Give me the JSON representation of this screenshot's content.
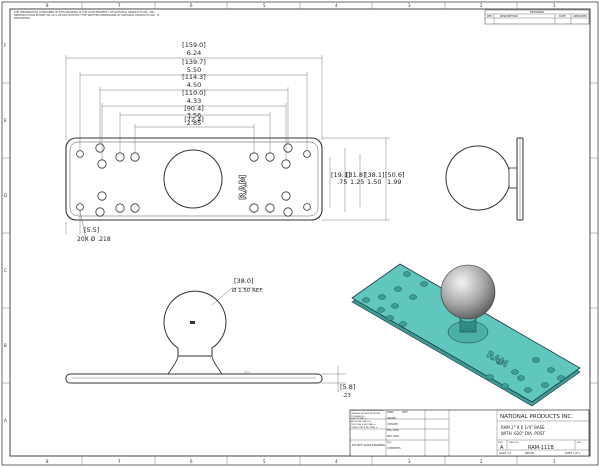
{
  "border": {
    "top_zones": [
      "8",
      "7",
      "6",
      "5",
      "4",
      "3",
      "2",
      "1"
    ],
    "bottom_zones": [
      "8",
      "7",
      "6",
      "5",
      "4",
      "3",
      "2",
      "1"
    ],
    "side_zones": [
      "F",
      "E",
      "D",
      "C",
      "B",
      "A"
    ]
  },
  "proprietary_note": "THE INFORMATION CONTAINED IN THIS DRAWING IS THE SOLE PROPERTY OF NATIONAL PRODUCTS INC. ANY REPRODUCTION IN PART OR AS A WHOLE WITHOUT THE WRITTEN PERMISSION OF NATIONAL PRODUCTS INC. IS PROHIBITED.",
  "revisions": {
    "title": "REVISIONS",
    "headers": [
      "REV",
      "DESCRIPTION",
      "DATE",
      "APPROVED"
    ]
  },
  "top_view": {
    "brand": "RAM",
    "dims_horizontal": [
      {
        "mm": "[159.0]",
        "in": "6.24"
      },
      {
        "mm": "[139.7]",
        "in": "5.50"
      },
      {
        "mm": "[114.3]",
        "in": "4.50"
      },
      {
        "mm": "[110.0]",
        "in": "4.33"
      },
      {
        "mm": "[90.4]",
        "in": "3.56"
      },
      {
        "mm": "[72.4]",
        "in": "2.85"
      }
    ],
    "dims_vertical": [
      {
        "mm": "[19.1]",
        "in": ".75"
      },
      {
        "mm": "[31.8]",
        "in": "1.25"
      },
      {
        "mm": "[38.1]",
        "in": "1.50"
      },
      {
        "mm": "[50.6]",
        "in": "1.99"
      }
    ],
    "edge_dim": "[5.5]",
    "hole_callout": "20X Ø .218"
  },
  "front_view": {
    "ball_mm": "[38.0]",
    "ball_in": "Ø 1.50 REF.",
    "thickness_mm": "[5.8]",
    "thickness_in": ".23"
  },
  "title_block": {
    "company": "NATIONAL PRODUCTS INC.",
    "title_line1": "RAM 2\" X 6 1/4\" BASE",
    "title_line2": "WITH .620\" DIA. POST",
    "size_label": "SIZE",
    "size": "A",
    "dwg_no_label": "DWG. NO.",
    "dwg_no": "RAM-111B",
    "rev_label": "REV",
    "scale_label": "SCALE: 1:1",
    "weight_label": "WEIGHT:",
    "sheet_label": "SHEET 1 OF 1",
    "do_not_scale": "DO NOT SCALE DRAWING",
    "notes": [
      "UNLESS OTHERWISE SPECIFIED:",
      "DIMENSIONS ARE IN INCHES",
      "TOLERANCES:",
      "FRACTIONAL ±",
      "ANGULAR: MACH ±",
      "TWO PLACE DECIMAL ±",
      "THREE PLACE DECIMAL ±"
    ],
    "names_headers": [
      "",
      "NAME",
      "DATE"
    ],
    "names_rows": [
      "DRAWN",
      "CHECKED",
      "ENG APPR.",
      "MFG APPR.",
      "Q.A.",
      "COMMENTS:"
    ]
  },
  "colors": {
    "plate": "#5fc7bd",
    "plate_dark": "#3b9e95",
    "ball_light": "#eeeeee",
    "ball_dark": "#6a6a6a"
  }
}
